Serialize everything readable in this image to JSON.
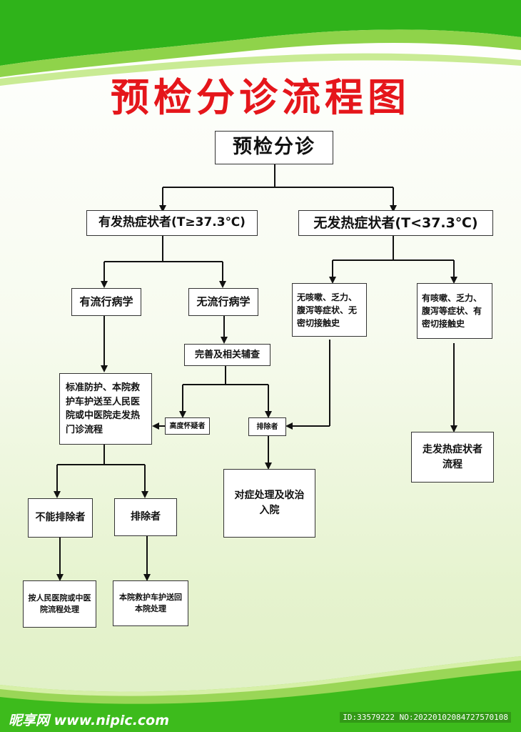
{
  "title": "预检分诊流程图",
  "nodes": {
    "start": "预检分诊",
    "fever": "有发热症状者(T≥37.3℃)",
    "no_fever": "无发热症状者(T<37.3℃)",
    "epi_yes": "有流行病学",
    "epi_no": "无流行病学",
    "improve": "完善及相关辅查",
    "standard": "标准防护、本院救护车护送至人民医院或中医院走发热门诊流程",
    "suspect": "高度怀疑者",
    "excluded_mid": "排除者",
    "treat": "对症处理及收治入院",
    "cannot_exclude": "不能排除者",
    "excluded_left": "排除者",
    "people_hosp": "按人民医院或中医院流程处理",
    "return_hosp": "本院救护车护送回本院处理",
    "no_symptoms": "无咳嗽、乏力、腹泻等症状、无密切接触史",
    "has_symptoms": "有咳嗽、乏力、腹泻等症状、有密切接触史",
    "fever_flow": "走发热症状者流程"
  },
  "footer": {
    "brand": "昵享网 www.nipic.com",
    "id": "ID:33579222 NO:20220102084727570108"
  },
  "colors": {
    "title": "#e5161b",
    "green": "#3dbb1c",
    "border": "#333333"
  }
}
